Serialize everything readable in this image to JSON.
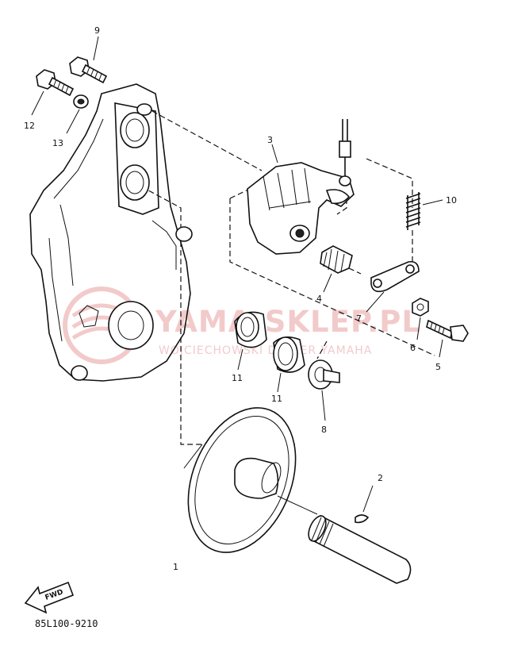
{
  "diagram": {
    "part_numbers": {
      "p1": "1",
      "p2": "2",
      "p3": "3",
      "p4": "4",
      "p5": "5",
      "p6": "6",
      "p7": "7",
      "p8": "8",
      "p9": "9",
      "p10": "10",
      "p11a": "11",
      "p11b": "11",
      "p12": "12",
      "p13": "13"
    },
    "fwd_label": "FWD",
    "drawing_code": "85L100-9210"
  },
  "watermark": {
    "main": "YAMA-SKLEP.PL",
    "sub": "WOJCIECHOWSKI DEALER YAMAHA"
  },
  "colors": {
    "line": "#111111",
    "watermark": "#e9a0a0",
    "background": "#ffffff"
  }
}
